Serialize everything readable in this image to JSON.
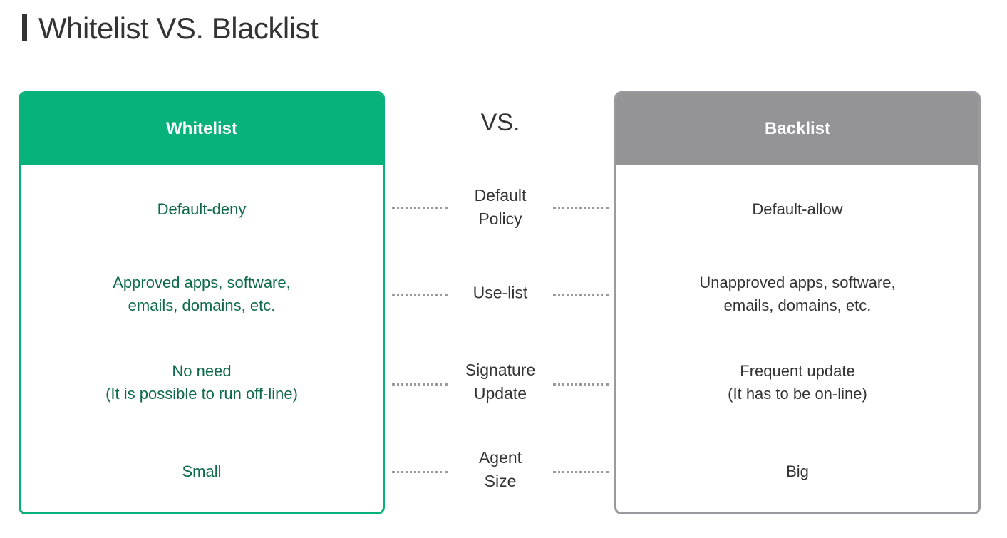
{
  "title": "Whitelist VS. Blacklist",
  "vs_label": "VS.",
  "colors": {
    "whitelist_accent": "#07b17b",
    "whitelist_text": "#0e6a4a",
    "blacklist_accent": "#949497",
    "text": "#333333"
  },
  "left_card": {
    "header": "Whitelist"
  },
  "right_card": {
    "header": "Backlist"
  },
  "rows": [
    {
      "criterion": [
        "Default",
        "Policy"
      ],
      "whitelist": [
        "Default-deny"
      ],
      "blacklist": [
        "Default-allow"
      ]
    },
    {
      "criterion": [
        "Use-list"
      ],
      "whitelist": [
        "Approved apps, software,",
        "emails, domains, etc."
      ],
      "blacklist": [
        "Unapproved apps, software,",
        "emails, domains, etc."
      ]
    },
    {
      "criterion": [
        "Signature",
        "Update"
      ],
      "whitelist": [
        "No need",
        "(It is possible to run off-line)"
      ],
      "blacklist": [
        "Frequent update",
        "(It has to be on-line)"
      ]
    },
    {
      "criterion": [
        "Agent",
        "Size"
      ],
      "whitelist": [
        "Small"
      ],
      "blacklist": [
        "Big"
      ]
    }
  ]
}
